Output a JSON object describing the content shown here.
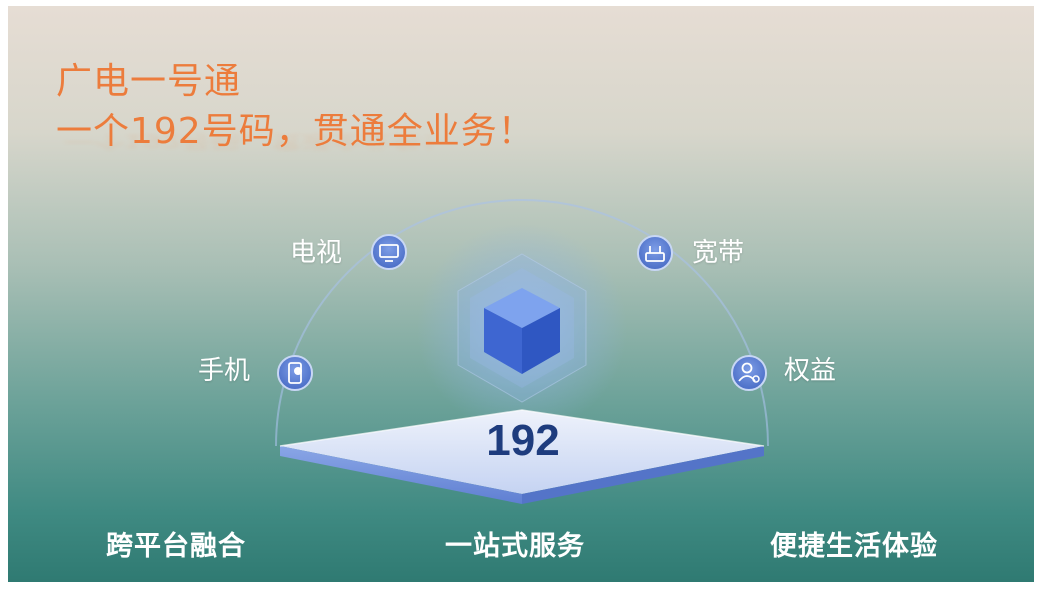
{
  "headline": {
    "line1": "广电一号通",
    "line2": "一个192号码，贯通全业务！"
  },
  "services": {
    "tv": "电视",
    "broadband": "宽带",
    "mobile": "手机",
    "benefits": "权益"
  },
  "center_number": "192",
  "features": {
    "left": "跨平台融合",
    "center": "一站式服务",
    "right": "便捷生活体验"
  },
  "icons": {
    "tv": "tv-icon",
    "broadband": "router-icon",
    "mobile": "phone-icon",
    "benefits": "user-icon",
    "center": "cube-icon"
  },
  "colors": {
    "headline": "#ec7c3c",
    "center_number": "#1e3c7e",
    "icon_fill": "#4a74cc"
  }
}
